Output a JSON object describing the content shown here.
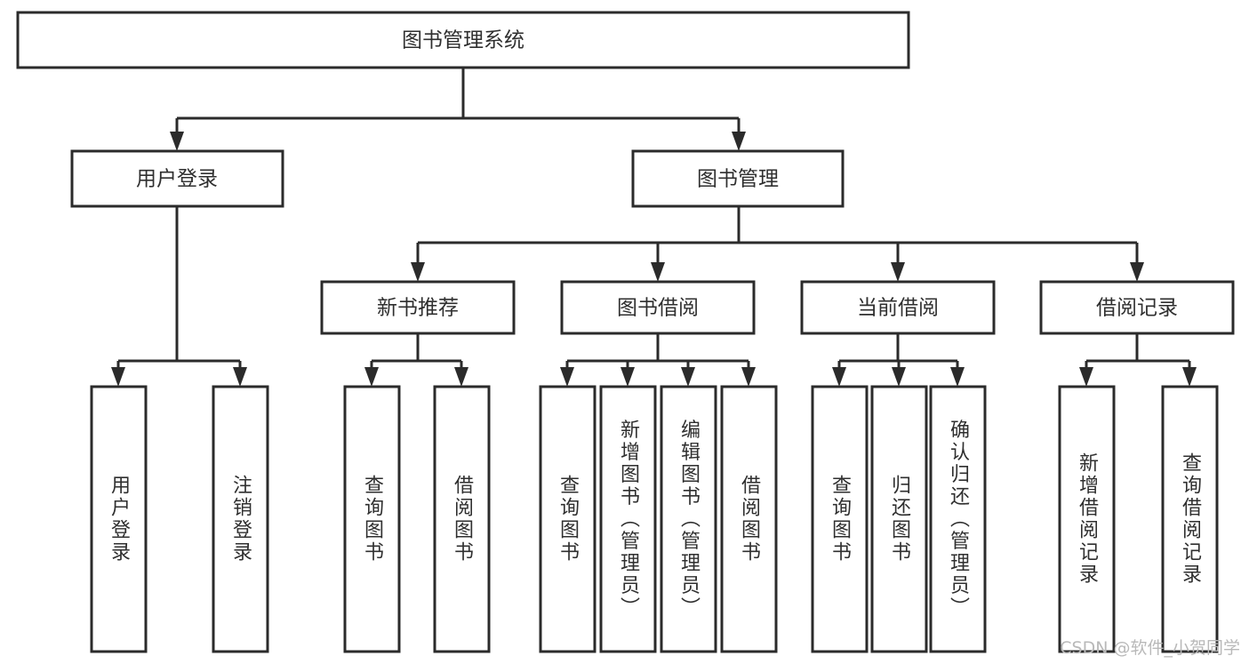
{
  "diagram": {
    "title": "图书管理系统",
    "type": "hierarchy-tree",
    "watermark": "CSDN @软件_小贺同学",
    "colors": {
      "stroke": "#2b2b2b",
      "node_fill": "#ffffff",
      "text": "#2f2f2f",
      "background": "#ffffff",
      "watermark": "#b9b9b9"
    },
    "levels": {
      "level1": [
        {
          "id": "root",
          "label": "图书管理系统"
        }
      ],
      "level2": [
        {
          "id": "login",
          "label": "用户登录",
          "parent": "root"
        },
        {
          "id": "bookmgmt",
          "label": "图书管理",
          "parent": "root"
        }
      ],
      "level3": [
        {
          "id": "newbook",
          "label": "新书推荐",
          "parent": "bookmgmt"
        },
        {
          "id": "borrow",
          "label": "图书借阅",
          "parent": "bookmgmt"
        },
        {
          "id": "current",
          "label": "当前借阅",
          "parent": "bookmgmt"
        },
        {
          "id": "records",
          "label": "借阅记录",
          "parent": "bookmgmt"
        }
      ],
      "level4": [
        {
          "id": "l-login",
          "label": "用户登录",
          "parent": "login"
        },
        {
          "id": "l-logout",
          "label": "注销登录",
          "parent": "login"
        },
        {
          "id": "n-query",
          "label": "查询图书",
          "parent": "newbook"
        },
        {
          "id": "n-borrow",
          "label": "借阅图书",
          "parent": "newbook"
        },
        {
          "id": "b-query",
          "label": "查询图书",
          "parent": "borrow"
        },
        {
          "id": "b-add",
          "label": "新增图书（管理员）",
          "parent": "borrow"
        },
        {
          "id": "b-edit",
          "label": "编辑图书（管理员）",
          "parent": "borrow"
        },
        {
          "id": "b-borrow",
          "label": "借阅图书",
          "parent": "borrow"
        },
        {
          "id": "c-query",
          "label": "查询图书",
          "parent": "current"
        },
        {
          "id": "c-return",
          "label": "归还图书",
          "parent": "current"
        },
        {
          "id": "c-confirm",
          "label": "确认归还（管理员）",
          "parent": "current"
        },
        {
          "id": "r-add",
          "label": "新增借阅记录",
          "parent": "records"
        },
        {
          "id": "r-query",
          "label": "查询借阅记录",
          "parent": "records"
        }
      ]
    }
  }
}
